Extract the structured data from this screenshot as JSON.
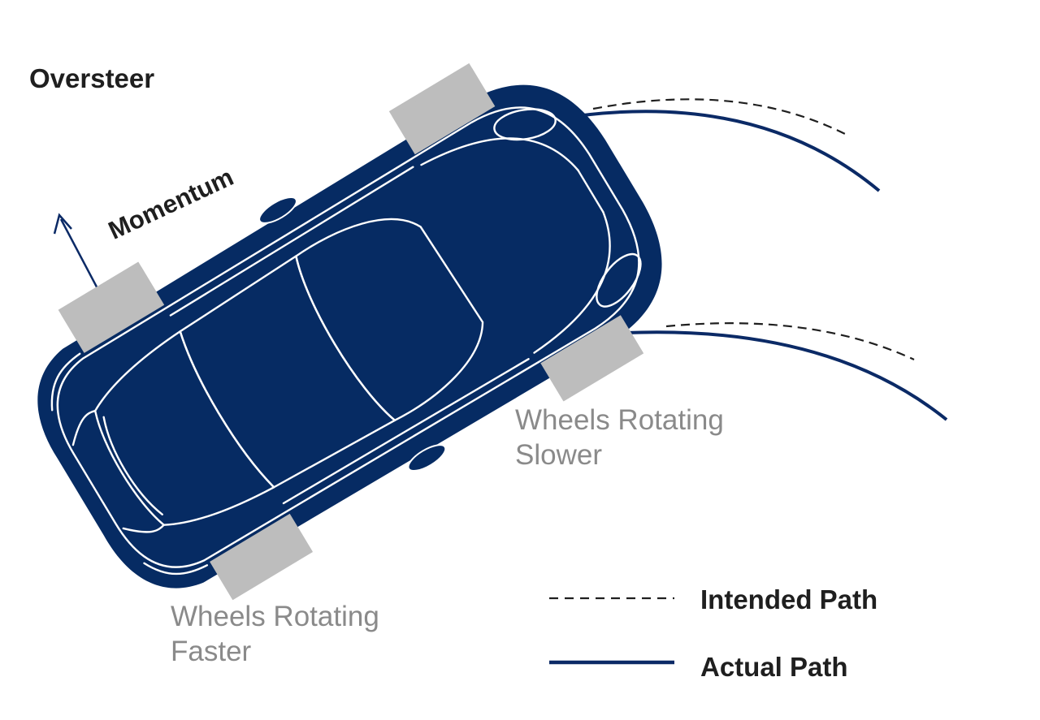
{
  "title": "Oversteer",
  "momentum_label": "Momentum",
  "annotations": {
    "slower": [
      "Wheels Rotating",
      "Slower"
    ],
    "faster": [
      "Wheels Rotating",
      "Faster"
    ]
  },
  "legend": {
    "intended": "Intended Path",
    "actual": "Actual Path"
  },
  "colors": {
    "car_body": "#062b63",
    "tire": "#bdbdbd",
    "path": "#0b2a66",
    "outline": "#ffffff",
    "text_dark": "#1f1f1f",
    "text_grey": "#8a8a8a"
  },
  "icons": {
    "car": "car-top-view-icon",
    "arrow": "arrow-up-icon"
  }
}
